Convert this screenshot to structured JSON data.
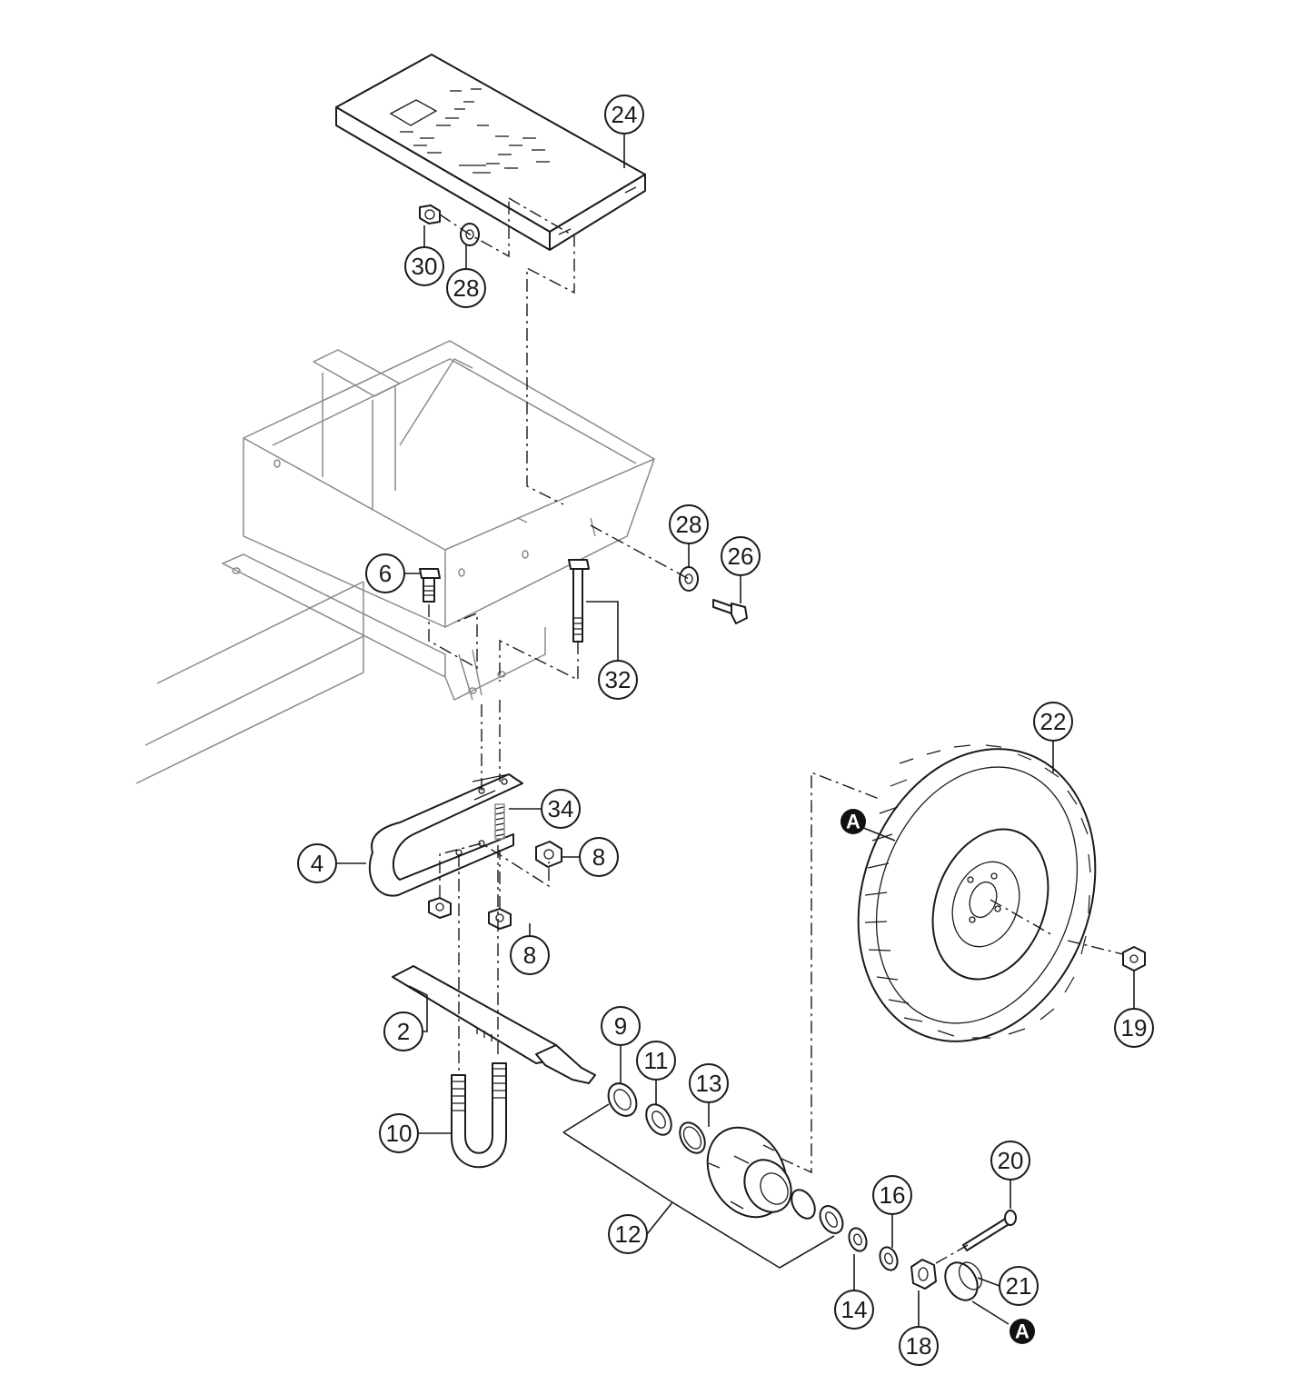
{
  "callouts": {
    "c24": "24",
    "c30": "30",
    "c28a": "28",
    "c28b": "28",
    "c26": "26",
    "c6": "6",
    "c32": "32",
    "c34": "34",
    "c4": "4",
    "c8a": "8",
    "c8b": "8",
    "c22": "22",
    "c19": "19",
    "c2": "2",
    "c9": "9",
    "c11": "11",
    "c13": "13",
    "c10": "10",
    "c12": "12",
    "c14": "14",
    "c16": "16",
    "c20": "20",
    "c21": "21",
    "c18": "18"
  },
  "refs": {
    "a1": "A",
    "a2": "A"
  }
}
